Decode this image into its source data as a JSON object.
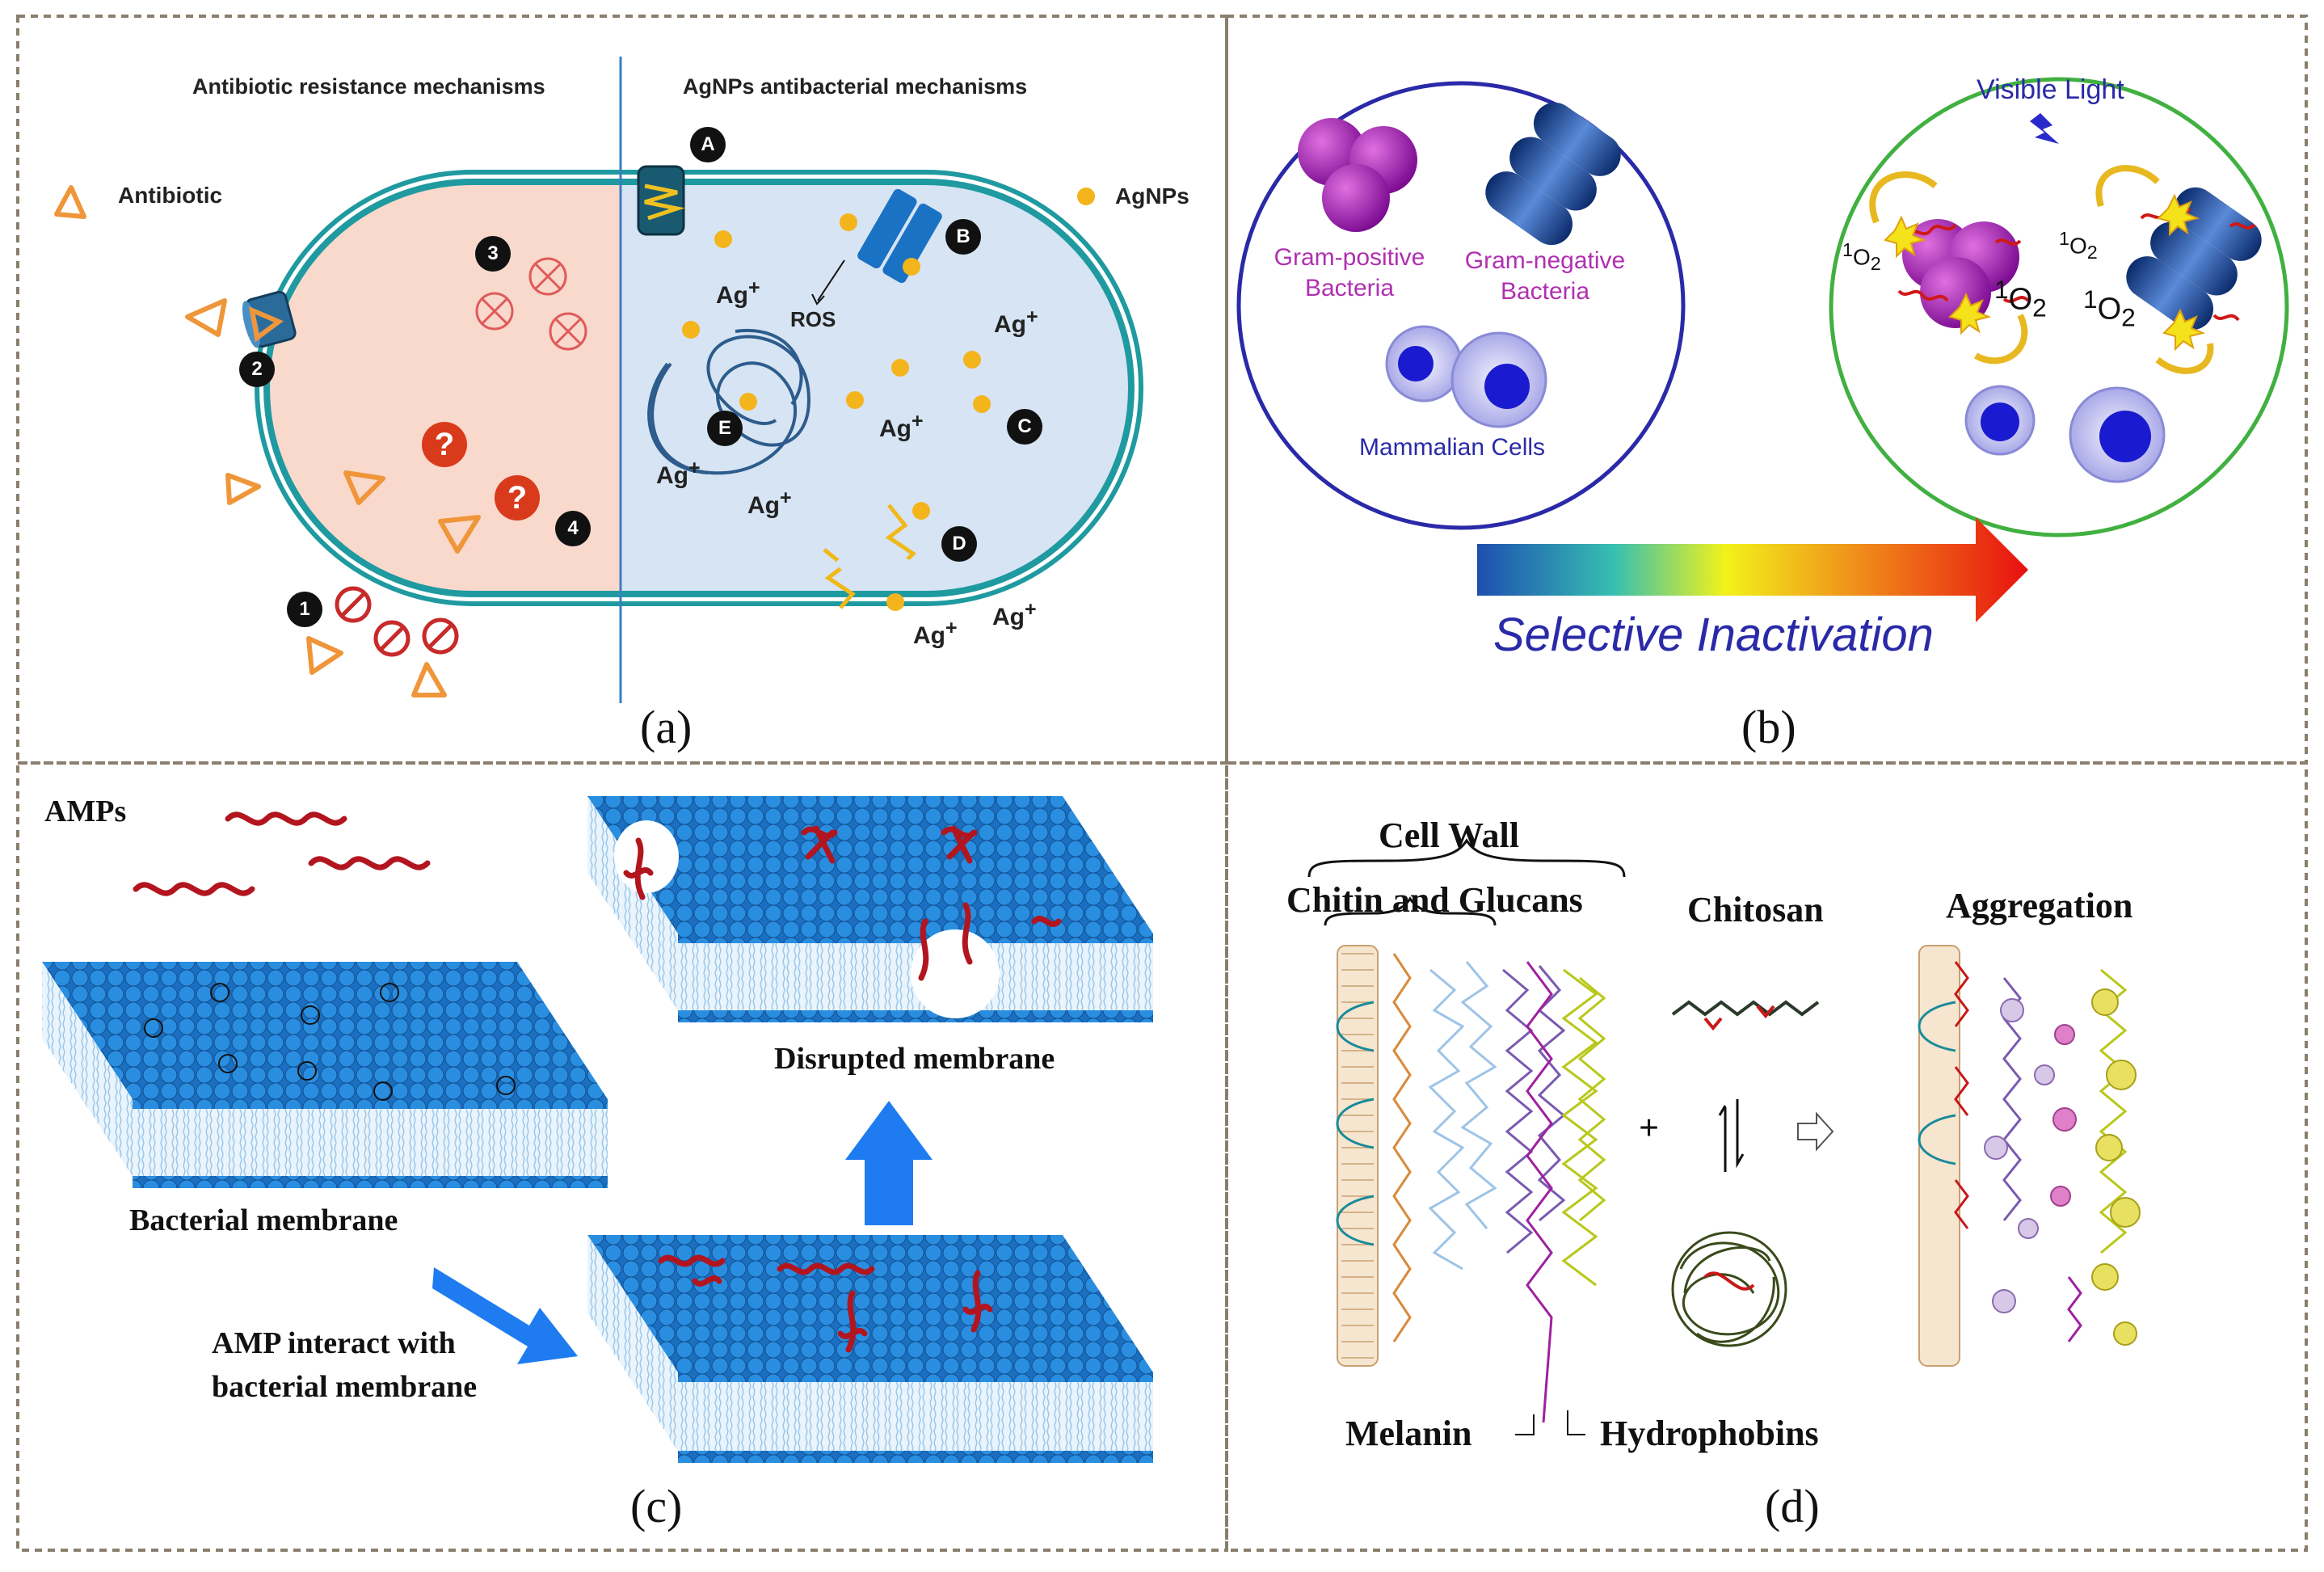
{
  "panel_a": {
    "heading_left": "Antibiotic resistance mechanisms",
    "heading_right": "AgNPs antibacterial mechanisms",
    "legend_antibiotic": "Antibiotic",
    "legend_agnps": "AgNPs",
    "badges": [
      "1",
      "2",
      "3",
      "4",
      "A",
      "B",
      "C",
      "D",
      "E"
    ],
    "ros": "ROS",
    "ag_ion": "Ag",
    "ag_sup": "+",
    "question": "?",
    "caption": "(a)"
  },
  "panel_b": {
    "gram_positive": "Gram-positive Bacteria",
    "gram_negative": "Gram-negative Bacteria",
    "mammalian": "Mammalian Cells",
    "visible_light": "Visible Light",
    "singlet_o": "O",
    "singlet_pre": "1",
    "singlet_sub": "2",
    "selective": "Selective Inactivation",
    "caption": "(b)"
  },
  "panel_c": {
    "amps": "AMPs",
    "bacterial_membrane": "Bacterial membrane",
    "amp_interact_1": "AMP interact with",
    "amp_interact_2": "bacterial membrane",
    "disrupted": "Disrupted membrane",
    "caption": "(c)"
  },
  "panel_d": {
    "cell_wall": "Cell Wall",
    "chitin": "Chitin and Glucans",
    "chitosan": "Chitosan",
    "aggregation": "Aggregation",
    "melanin": "Melanin",
    "hydrophobins": "Hydrophobins",
    "plus": "+",
    "caption": "(d)"
  },
  "colors": {
    "border": "#8a7e6e",
    "membrane": "#1f9aa0",
    "cytoplasm_left": "#f9d9cc",
    "cytoplasm_right": "#d6e4f3",
    "antibiotic": "#f0963a",
    "agnp": "#f3b41c",
    "bead": "#1e78c8",
    "peptide": "#b3151f",
    "purple": "#b030b0",
    "navy": "#2a2aa8"
  }
}
